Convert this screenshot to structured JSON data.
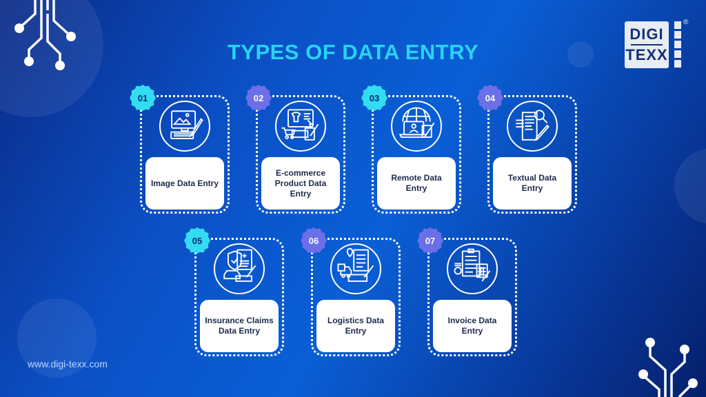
{
  "title": "TYPES OF DATA ENTRY",
  "logo": {
    "line1": "DIGI",
    "line2": "TEXX",
    "registered_mark": "®"
  },
  "website": "www.digi-texx.com",
  "colors": {
    "title": "#29d3f5",
    "badge_cyan": "#33dcf2",
    "badge_purple": "#6b6fe8",
    "label_text": "#1c2a4a",
    "background_dark": "#0a2a86",
    "background_bright": "#0a5fd6"
  },
  "cards": [
    {
      "number": "01",
      "label": "Image Data Entry",
      "icon": "computer-image-icon",
      "badge_color": "cyan"
    },
    {
      "number": "02",
      "label": "E-commerce Product Data Entry",
      "icon": "ecommerce-cart-icon",
      "badge_color": "purple"
    },
    {
      "number": "03",
      "label": "Remote Data Entry",
      "icon": "remote-globe-icon",
      "badge_color": "cyan"
    },
    {
      "number": "04",
      "label": "Textual Data Entry",
      "icon": "document-magnifier-icon",
      "badge_color": "purple"
    },
    {
      "number": "05",
      "label": "Insurance Claims Data Entry",
      "icon": "insurance-shield-icon",
      "badge_color": "cyan"
    },
    {
      "number": "06",
      "label": "Logistics Data Entry",
      "icon": "logistics-truck-icon",
      "badge_color": "purple"
    },
    {
      "number": "07",
      "label": "Invoice Data Entry",
      "icon": "invoice-calculator-icon",
      "badge_color": "purple"
    }
  ]
}
